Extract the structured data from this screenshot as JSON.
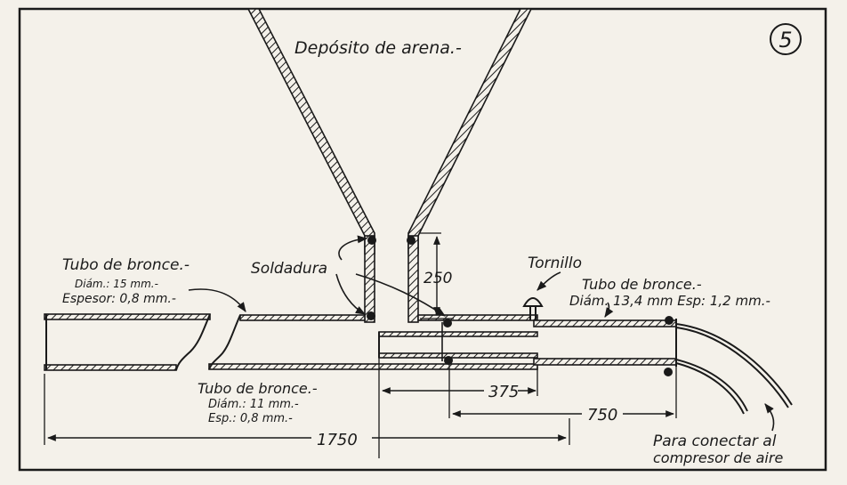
{
  "sheet": {
    "page_number": "5"
  },
  "labels": {
    "hopper": "Depósito de arena.-",
    "solder": "Soldadura",
    "screw": "Tornillo",
    "outer_tube_title": "Tubo de bronce.-",
    "outer_tube_diam": "Diám.: 15 mm.-",
    "outer_tube_thickness": "Espesor: 0,8 mm.-",
    "inner_tube_title": "Tubo de bronce.-",
    "inner_tube_diam": "Diám.: 11 mm.-",
    "inner_tube_thickness": "Esp.: 0,8 mm.-",
    "right_tube_title": "Tubo de bronce.-",
    "right_tube_spec": "Diám. 13,4 mm Esp: 1,2 mm.-",
    "compressor_line1": "Para conectar al",
    "compressor_line2": "compresor de aire"
  },
  "dimensions": {
    "d250": "250",
    "d375": "375",
    "d750": "750",
    "d1750": "1750"
  },
  "colors": {
    "ink": "#1a1a1a",
    "paper": "#f4f1ea"
  }
}
